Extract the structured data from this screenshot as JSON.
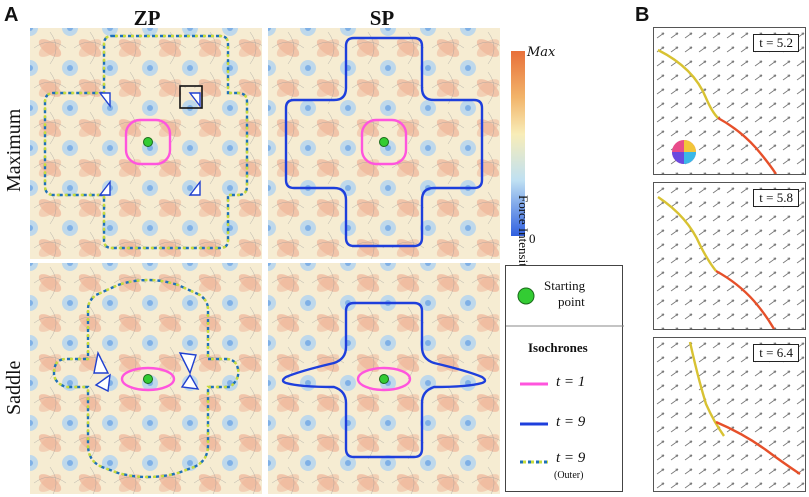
{
  "panels": {
    "a_letter": "A",
    "b_letter": "B",
    "columns": [
      "ZP",
      "SP"
    ],
    "rows": [
      "Maximum",
      "Saddle"
    ]
  },
  "colorbar": {
    "title": "Force Intensity",
    "max_label": "Max",
    "min_label": "0",
    "colors": [
      "#3060e0",
      "#bfe0f2",
      "#f8edb8",
      "#e8703a"
    ]
  },
  "legend": {
    "start_label_line1": "Starting",
    "start_label_line2": "point",
    "isochrones_title": "Isochrones",
    "items": [
      {
        "label": "t = 1",
        "color": "#ff55dd"
      },
      {
        "label": "t = 9",
        "color": "#1e3fdc"
      },
      {
        "label": "t = 9",
        "sub": "(Outer)",
        "color": "#1e70b8",
        "dash_color": "#c8dc3c"
      }
    ],
    "start_color": "#33cc33"
  },
  "panel_b": {
    "frames": [
      {
        "label": "t = 5.2"
      },
      {
        "label": "t = 5.8"
      },
      {
        "label": "t = 6.4"
      }
    ],
    "trail_colors": [
      "#d8c232",
      "#e6502a"
    ]
  }
}
